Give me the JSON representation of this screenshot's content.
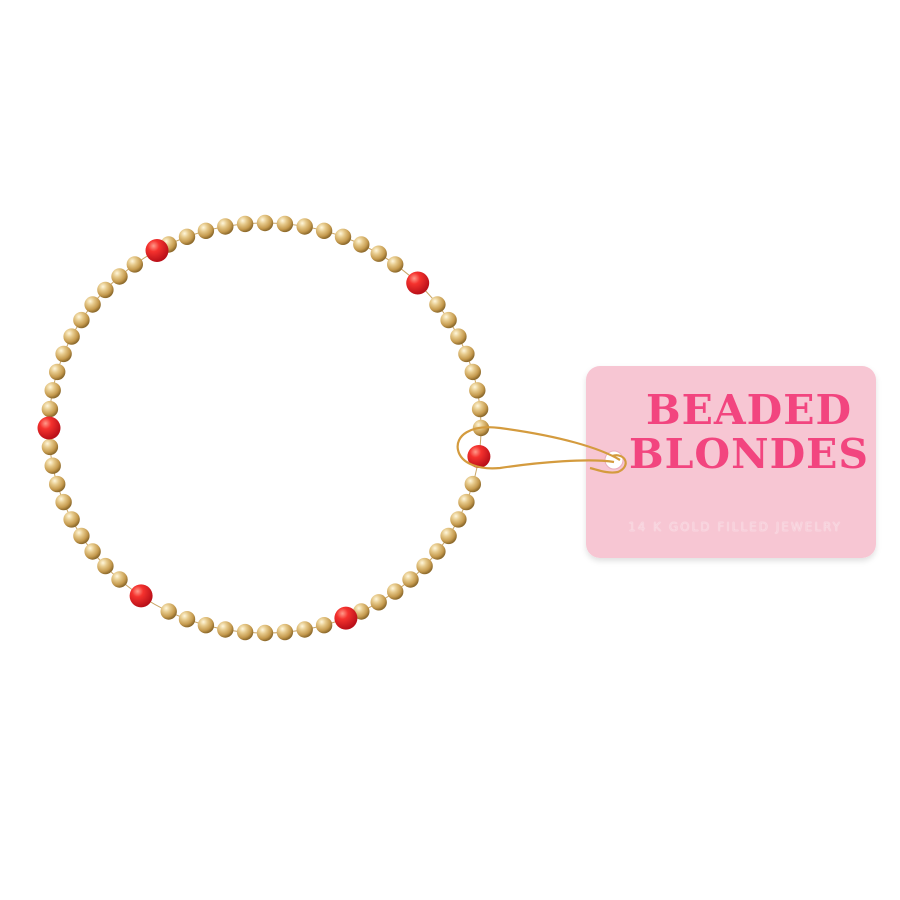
{
  "product": {
    "tag": {
      "brand_line1": "BEADED",
      "brand_line2": "BLONDES",
      "subtitle": "14 K GOLD FILLED JEWELRY"
    },
    "colors": {
      "background": "#ffffff",
      "tag_pink": "#f7c6d3",
      "brand_text": "#f2457f",
      "gold_bead": "#d9b870",
      "red_bead": "#f0202a"
    },
    "bracelet": {
      "gold_bead_icon": "gold-bead",
      "accent_bead_icon": "red-bead",
      "accent_bead_count": 6
    }
  }
}
